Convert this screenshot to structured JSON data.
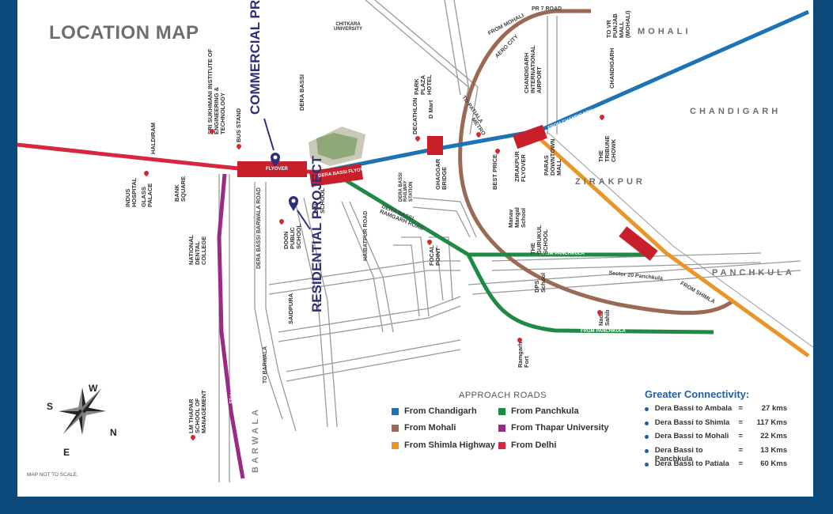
{
  "title": "LOCATION MAP",
  "areas": {
    "mohali": "MOHALI",
    "chandigarh": "CHANDIGARH",
    "zirakpur": "ZIRAKPUR",
    "panchkula": "PANCHKULA",
    "barwala": "BARWALA"
  },
  "projects": {
    "commercial": "COMMERCIAL PROJECT",
    "residential": "RESIDENTIAL PROJECT"
  },
  "road_labels": {
    "from_delhi": "FROM DELHI",
    "from_mohali": "FROM MOHALI",
    "pr7": "PR 7 ROAD",
    "from_chandigarh": "FROM CHANDIGARH",
    "from_panchkula_1": "FROM PANCHKULA",
    "from_panchkula_2": "FROM PANCHKULA",
    "from_shimla": "FROM SHIMLA",
    "from_thapar": "FROM THAPAR UNIVERSITY",
    "flyover": "FLYOVER",
    "dera_bassi_flyover": "DERA BASSI FLYOVER",
    "sector20": "Sector 20 Panchkula",
    "dera_bassi_ramgarh": "DERA BASSI RAMGARH ROAD",
    "aero_city": "AERO CITY",
    "to_patiala": "TO PATIALA",
    "metro": "METRO",
    "dera_bassi_barwala": "DERA BASSI BARWALA ROAD",
    "haibatpur": "HAIBATPUR ROAD",
    "to_barwala": "TO BARWALA"
  },
  "places": {
    "chitkara": "CHITKARA UNIVERSITY",
    "sri_sukhmani": "SRI SUKHMANI INSTITUTE OF ENGINEERING & TECHNOLOGY",
    "haldiram": "HALDIRAM",
    "bus_stand": "BUS STAND",
    "dera_bassi": "DERA BASSI",
    "indus": "INDUS HOSPITAL",
    "glass_palace": "GLASS PALACE",
    "bank_square": "BANK SQUARE",
    "national_dental": "NATIONAL DENTAL COLLEGE",
    "doon": "DOON PUBLIC SCHOOL",
    "dav": "DAV SCHOOL",
    "railway": "DERA BASSI RAILWAY STATION",
    "decathlon": "DECATHLON",
    "dmart": "D Mart",
    "park_plaza": "PARK PLAZA HOTEL",
    "ghaggar": "GHAGGAR BRIDGE",
    "best_price": "BEST PRICE",
    "zirakpur_flyover": "ZIRAKPUR FLYOVER",
    "paras": "PARAS DOWNTOWN MALL",
    "airport": "CHANDIGARH INTERNATIONAL AIRPORT",
    "vr_punjab": "TO VR PUNJAB MALL (MOHALI)",
    "chandigarh_lbl": "CHANDIGARH",
    "tribune": "THE TRIBUNE CHOWK",
    "manav": "Manav Mangal School",
    "gurukul": "THE GURUKUL SCHOOL",
    "focal": "FOCAL POINT",
    "dps": "DPS School",
    "nada": "Nada Sahib",
    "ramgarh": "Ramgarh Fort",
    "saidpura": "SAIDPURA",
    "lm_thapar": "LM THAPAR SCHOOL OF MANAGEMENT"
  },
  "compass": {
    "n": "N",
    "s": "S",
    "e": "E",
    "w": "W"
  },
  "legend": {
    "title": "APPROACH ROADS",
    "items": [
      {
        "label": "From Chandigarh",
        "color": "#1e73b5"
      },
      {
        "label": "From Panchkula",
        "color": "#1f8a45"
      },
      {
        "label": "From Mohali",
        "color": "#9a6a55"
      },
      {
        "label": "From Thapar University",
        "color": "#9b2a85"
      },
      {
        "label": "From Shimla Highway",
        "color": "#e8962a"
      },
      {
        "label": "From Delhi",
        "color": "#d7263d"
      }
    ]
  },
  "connectivity": {
    "title": "Greater Connectivity:",
    "rows": [
      {
        "route": "Dera Bassi to Ambala",
        "dist": "27 kms"
      },
      {
        "route": "Dera Bassi to Shimla",
        "dist": "117 Kms"
      },
      {
        "route": "Dera Bassi to Mohali",
        "dist": "22 Kms"
      },
      {
        "route": "Dera Bassi to Panchkula",
        "dist": "13 Kms"
      },
      {
        "route": "Dera Bassi to Patiala",
        "dist": "60 Kms"
      }
    ]
  },
  "note": "MAP NOT TO SCALE."
}
